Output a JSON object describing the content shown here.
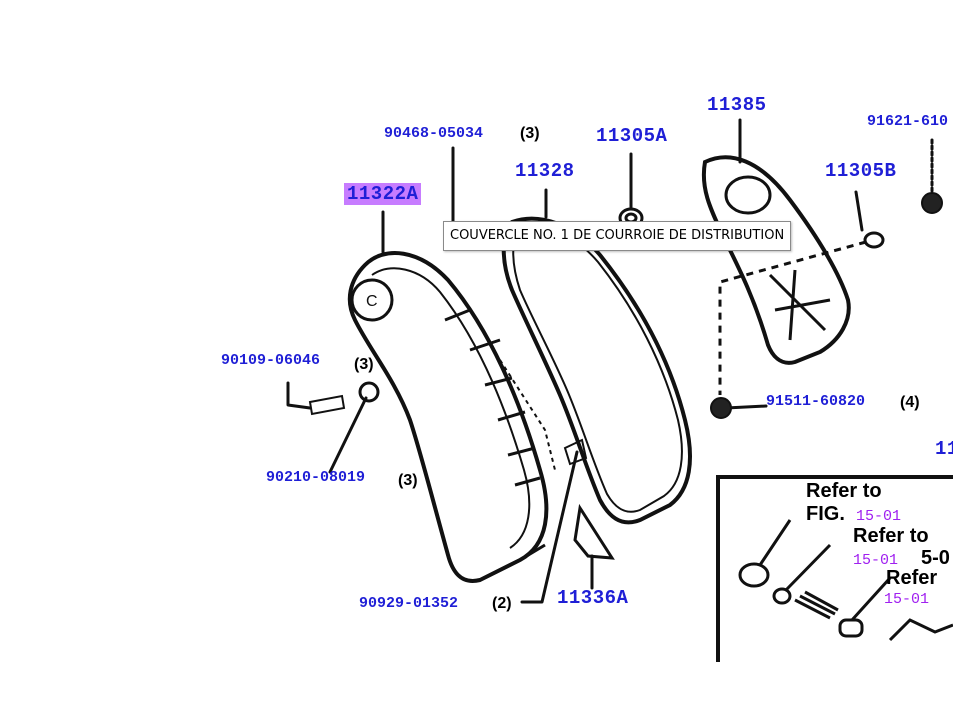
{
  "diagram": {
    "highlight_color": "#c77cff",
    "part_color": "#1f1fd6",
    "ref_color": "#a020f0",
    "parts": {
      "p11322A": "11322A",
      "p90468": "90468-05034",
      "p11328": "11328",
      "p11305A": "11305A",
      "p11385": "11385",
      "p91621": "91621-610",
      "p11305B": "11305B",
      "p90109": "90109-06046",
      "p90210": "90210-08019",
      "p91511": "91511-60820",
      "p90929": "90929-01352",
      "p11336A": "11336A",
      "p11cut": "11"
    },
    "quantities": {
      "q90468": "(3)",
      "q90109": "(3)",
      "q90210": "(3)",
      "q91511": "(4)",
      "q90929": "(2)"
    },
    "inset": {
      "refer1_a": "Refer to",
      "refer1_b": "FIG.",
      "refer1_num": "15-01",
      "refer2": "Refer to",
      "refer2_num": "15-01",
      "refer2_tail": "5-0",
      "refer3": "Refer",
      "refer3_num": "15-01"
    }
  },
  "tooltip": {
    "text": "COUVERCLE NO. 1 DE COURROIE DE DISTRIBUTION"
  }
}
